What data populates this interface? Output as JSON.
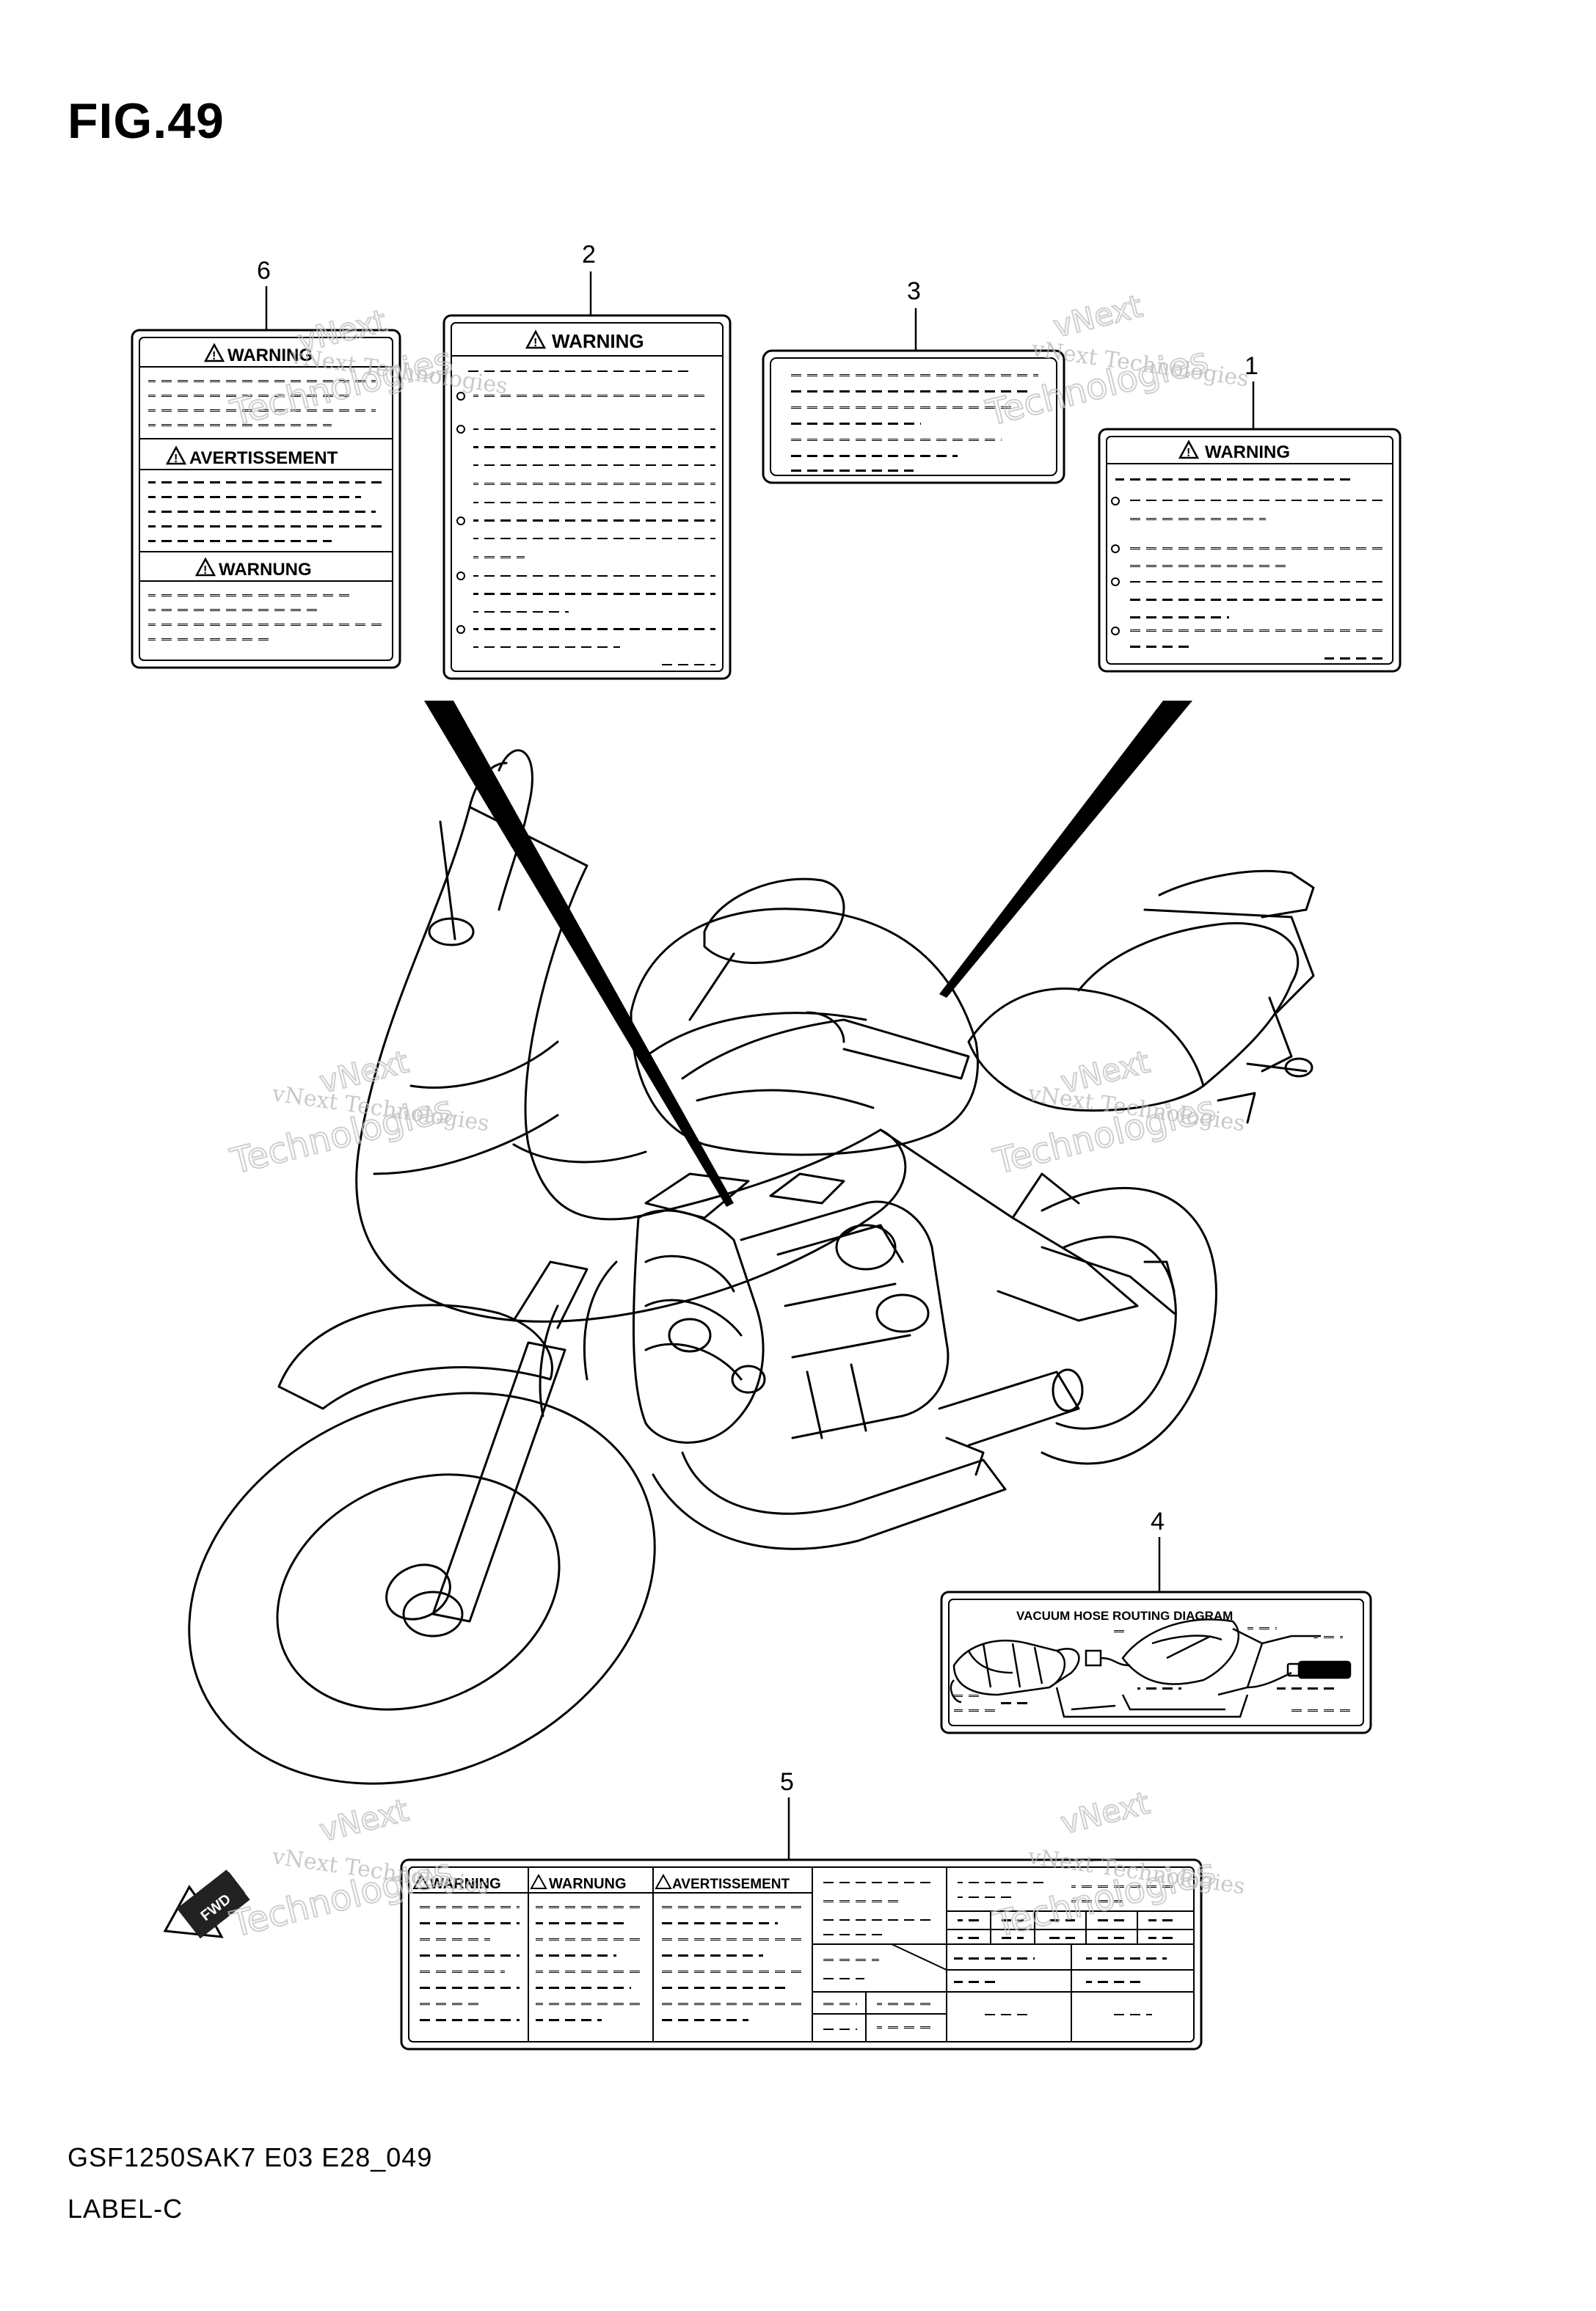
{
  "figure": {
    "title": "FIG.49",
    "code": "GSF1250SAK7 E03 E28_049",
    "name": "LABEL-C"
  },
  "callouts": [
    "1",
    "2",
    "3",
    "4",
    "5",
    "6"
  ],
  "labels": {
    "warning": "WARNING",
    "avertissement": "AVERTISSEMENT",
    "warnung": "WARNUNG",
    "vacuum_diagram": "VACUUM HOSE ROUTING DIAGRAM",
    "fwd": "FWD"
  },
  "watermark": {
    "line1": "vNext Technologies",
    "line2": "Technologies",
    "line3": "vNext"
  }
}
